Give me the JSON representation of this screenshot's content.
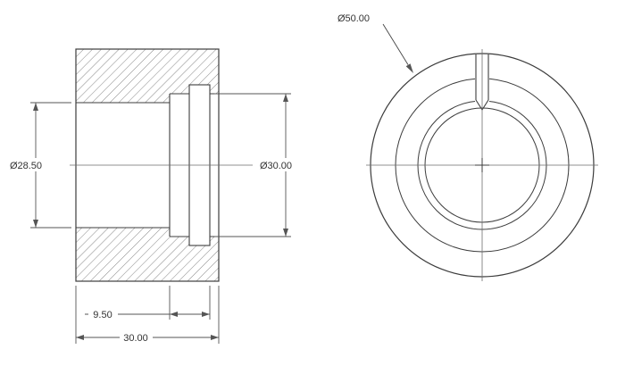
{
  "page": {
    "background": "#ffffff"
  },
  "colors": {
    "outline": "#3c3c3c",
    "hatch": "#5f5f5f",
    "dimension_lines": "#555555",
    "dimension_text": "#333333"
  },
  "views": {
    "section": {
      "dims": {
        "bore_diameter": "Ø28.50",
        "counterbore_diameter": "Ø30.00",
        "counterbore_depth": "9.50",
        "overall_length": "30.00"
      }
    },
    "front": {
      "dims": {
        "outer_diameter": "Ø50.00"
      }
    }
  }
}
